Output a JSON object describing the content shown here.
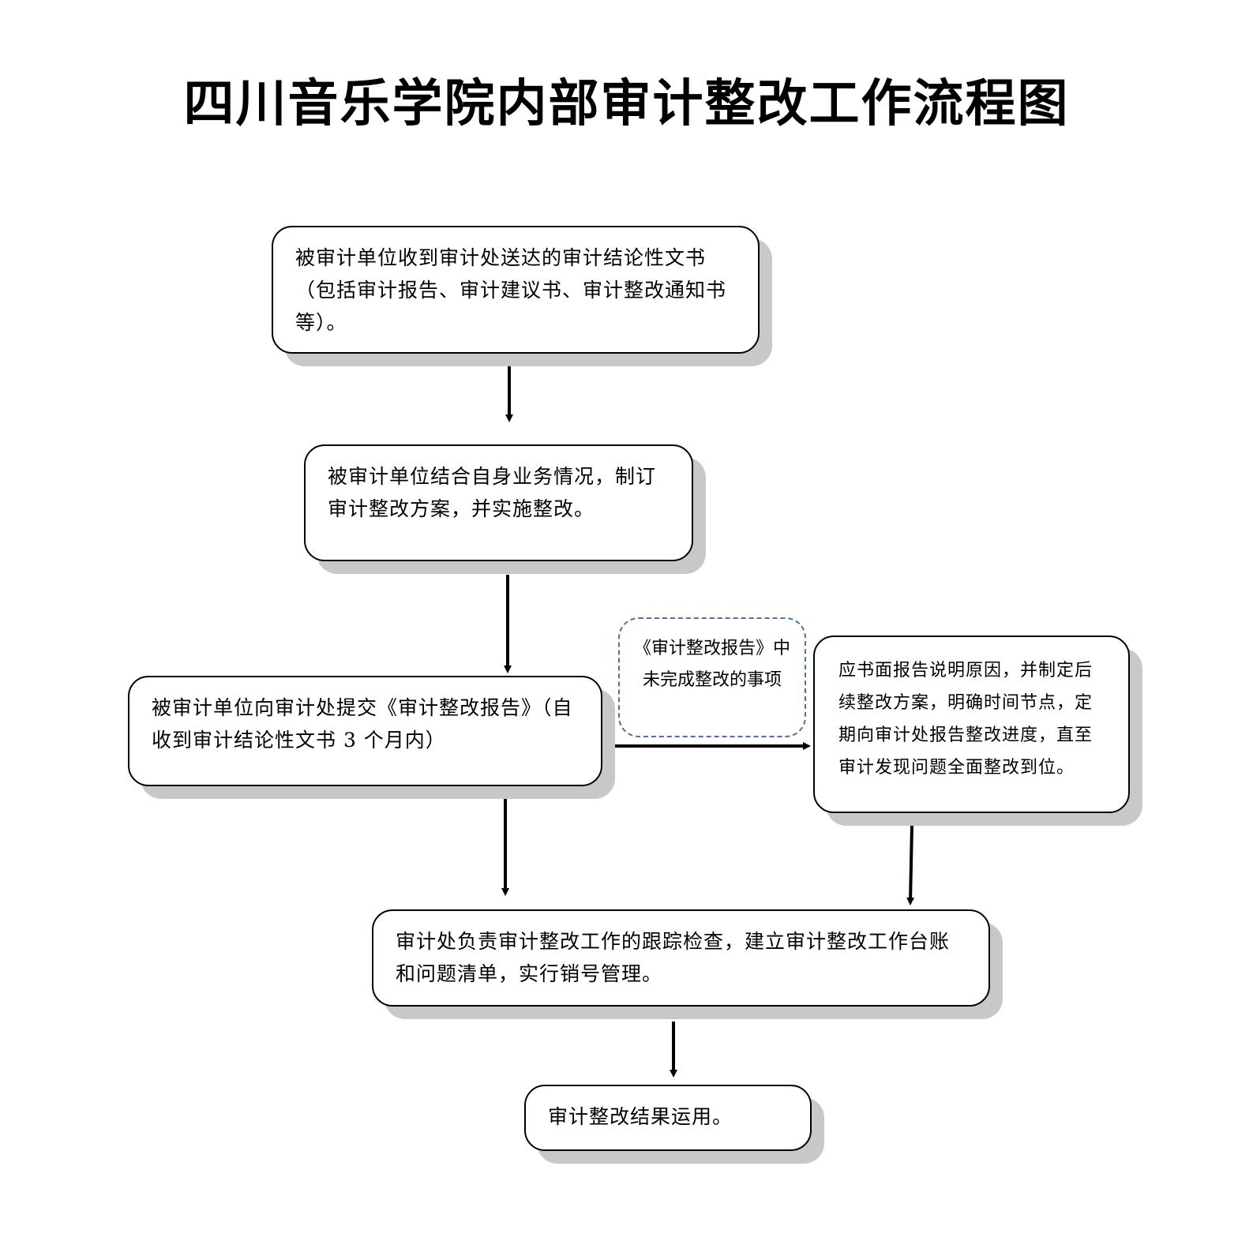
{
  "title": "四川音乐学院内部审计整改工作流程图",
  "steps": [
    {
      "text": "被审计单位收到审计处送达的审计结论性文书（包括审计报告、审计建议书、审计整改通知书等）。"
    },
    {
      "text": "被审计单位结合自身业务情况，制订审计整改方案，并实施整改。"
    },
    {
      "text": "被审计单位向审计处提交《审计整改报告》（自收到审计结论性文书 3 个月内）"
    },
    {
      "text": "应书面报告说明原因，并制定后续整改方案，明确时间节点，定期向审计处报告整改进度，直至审计发现问题全面整改到位。"
    },
    {
      "text": "审计处负责审计整改工作的跟踪检查，建立审计整改工作台账和问题清单，实行销号管理。"
    },
    {
      "text": "审计整改结果运用。"
    }
  ],
  "branch_note": "《审计整改报告》中未完成整改的事项"
}
